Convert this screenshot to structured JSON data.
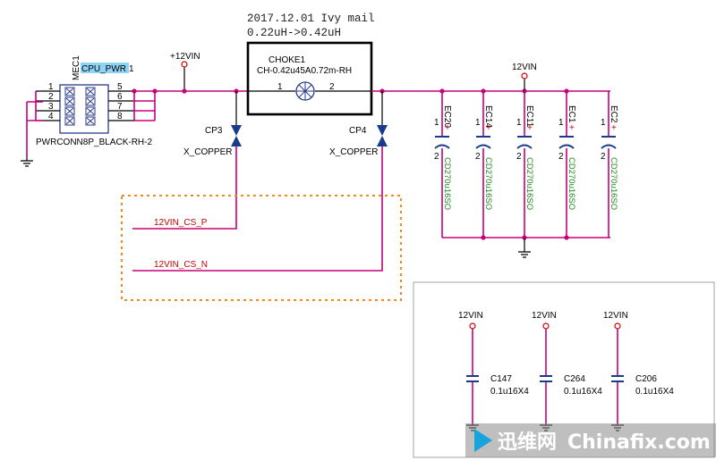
{
  "note": {
    "line1": "2017.12.01 Ivy mail",
    "line2": "0.22uH->0.42uH"
  },
  "connector": {
    "refdes": "MEC1",
    "tag": "CPU_PWR",
    "tag_suffix": "1",
    "part": "PWRCONN8P_BLACK-RH-2",
    "pins_left": [
      "1",
      "2",
      "3",
      "4"
    ],
    "pins_right": [
      "5",
      "6",
      "7",
      "8"
    ]
  },
  "rails": {
    "input": "+12VIN",
    "output": "12VIN"
  },
  "choke": {
    "refdes": "CHOKE1",
    "part": "CH-0.42u45A0.72m-RH",
    "pin1": "1",
    "pin2": "2"
  },
  "copper": [
    {
      "refdes": "CP3",
      "value": "X_COPPER"
    },
    {
      "refdes": "CP4",
      "value": "X_COPPER"
    }
  ],
  "sense_nets": [
    "12VIN_CS_P",
    "12VIN_CS_N"
  ],
  "bulk_caps": [
    {
      "refdes": "EC20",
      "value": "CD270u16SO"
    },
    {
      "refdes": "EC14",
      "value": "CD270u16SO"
    },
    {
      "refdes": "EC11",
      "value": "CD270u16SO"
    },
    {
      "refdes": "EC1",
      "value": "CD270u16SO"
    },
    {
      "refdes": "EC2",
      "value": "CD270u16SO"
    }
  ],
  "cap_pin_plus": "1",
  "cap_pin_minus": "2",
  "cap_polarity": "+",
  "decoupling_caps": [
    {
      "rail": "12VIN",
      "refdes": "C147",
      "value": "0.1u16X4"
    },
    {
      "rail": "12VIN",
      "refdes": "C264",
      "value": "0.1u16X4"
    },
    {
      "rail": "12VIN",
      "refdes": "C206",
      "value": "0.1u16X4"
    }
  ],
  "watermark": {
    "cn": "迅维网",
    "en": "Chinafix.com"
  },
  "colors": {
    "wire": "#c8007a",
    "part_value": "#1a8a1a",
    "net_label": "#cc0000",
    "highlight_box": "#f08a1c",
    "tag_highlight": "#8fd3f5"
  }
}
